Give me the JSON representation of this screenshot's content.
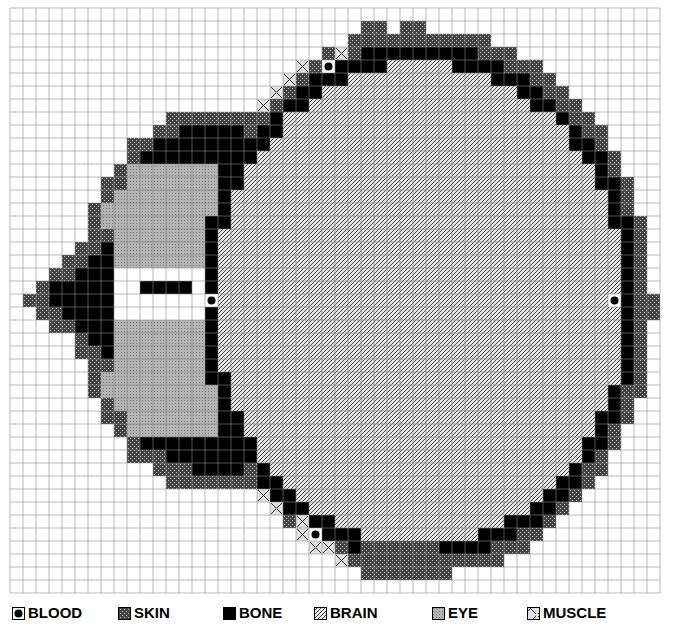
{
  "diagram": {
    "legend": [
      {
        "text": "BLOOD"
      },
      {
        "text": "SKIN"
      },
      {
        "text": "BONE",
        "color": "#000000"
      },
      {
        "text": "BRAIN"
      },
      {
        "text": "EYE"
      },
      {
        "text": "MUSCLE"
      }
    ]
  }
}
